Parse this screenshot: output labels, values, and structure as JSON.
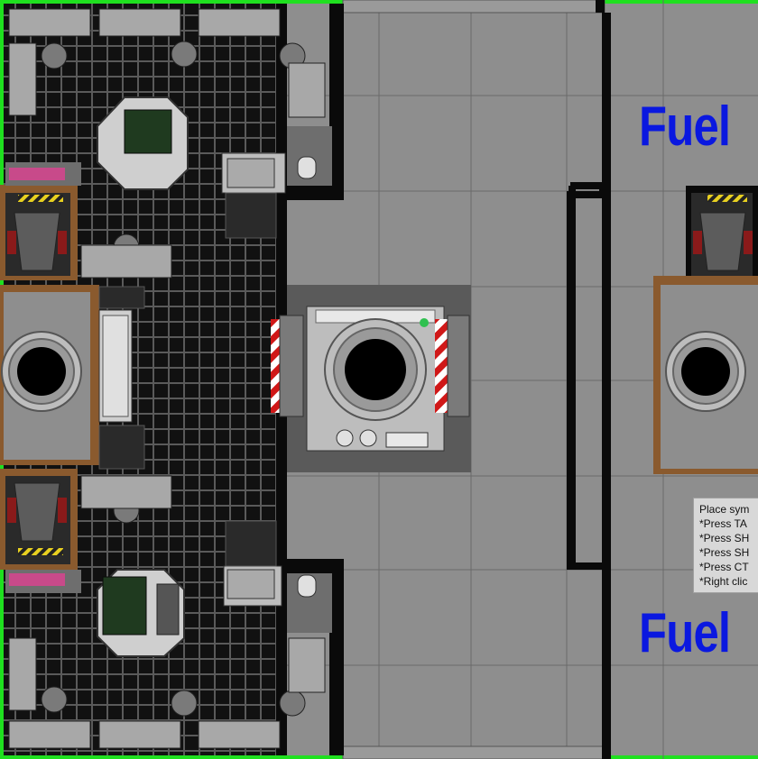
{
  "labels": {
    "fuel_top": "Fuel",
    "fuel_bottom": "Fuel"
  },
  "tooltip": {
    "lines": [
      "Place sym",
      "*Press TA",
      " *Press SH",
      "*Press SH",
      "*Press CT",
      " *Right clic"
    ]
  },
  "colors": {
    "border_green": "#1fe01f",
    "deck_black": "#101010",
    "grid_line": "#4a4a4a",
    "panel_gray": "#8c8c8c",
    "bulkhead": "#0a0a0a",
    "hatch_brown": "#8a5a2e",
    "fuel_text": "#0a18e0",
    "hazard_red": "#d01818"
  },
  "icons": [
    "console-icon",
    "chair-icon",
    "pipe-hatch-icon",
    "hazard-stripe-icon",
    "tank-icon"
  ]
}
